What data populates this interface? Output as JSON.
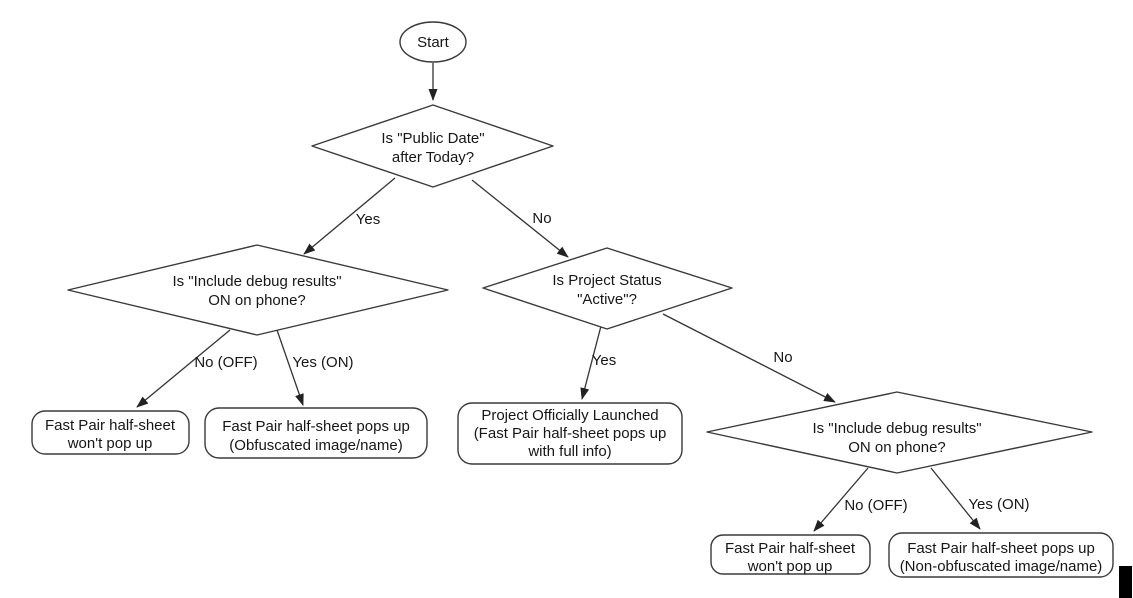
{
  "colors": {
    "background": "#ffffff",
    "shape_stroke": "#3a3a3a",
    "text": "#161616",
    "cursor_bar": "#000000"
  },
  "nodes": {
    "start": {
      "label": "Start"
    },
    "public_date": {
      "line1": "Is \"Public Date\"",
      "line2": "after Today?"
    },
    "debug_left": {
      "line1": "Is \"Include debug results\"",
      "line2": "ON on phone?"
    },
    "project_status": {
      "line1": "Is Project Status",
      "line2": "\"Active\"?"
    },
    "debug_right": {
      "line1": "Is \"Include debug results\"",
      "line2": "ON on phone?"
    },
    "no_popup_left": {
      "line1": "Fast Pair half-sheet",
      "line2": "won't pop up"
    },
    "popup_obfuscated": {
      "line1": "Fast Pair half-sheet pops up",
      "line2": "(Obfuscated image/name)"
    },
    "launched": {
      "line1": "Project Officially Launched",
      "line2": "(Fast Pair half-sheet pops up",
      "line3": "with full info)"
    },
    "no_popup_right": {
      "line1": "Fast Pair half-sheet",
      "line2": "won't pop up"
    },
    "popup_non_obfuscated": {
      "line1": "Fast Pair half-sheet pops up",
      "line2": "(Non-obfuscated image/name)"
    }
  },
  "edge_labels": {
    "yes_left": "Yes",
    "no_right": "No",
    "no_off_left": "No (OFF)",
    "yes_on_left": "Yes (ON)",
    "yes_mid": "Yes",
    "no_far": "No",
    "no_off_right": "No (OFF)",
    "yes_on_right": "Yes (ON)"
  }
}
